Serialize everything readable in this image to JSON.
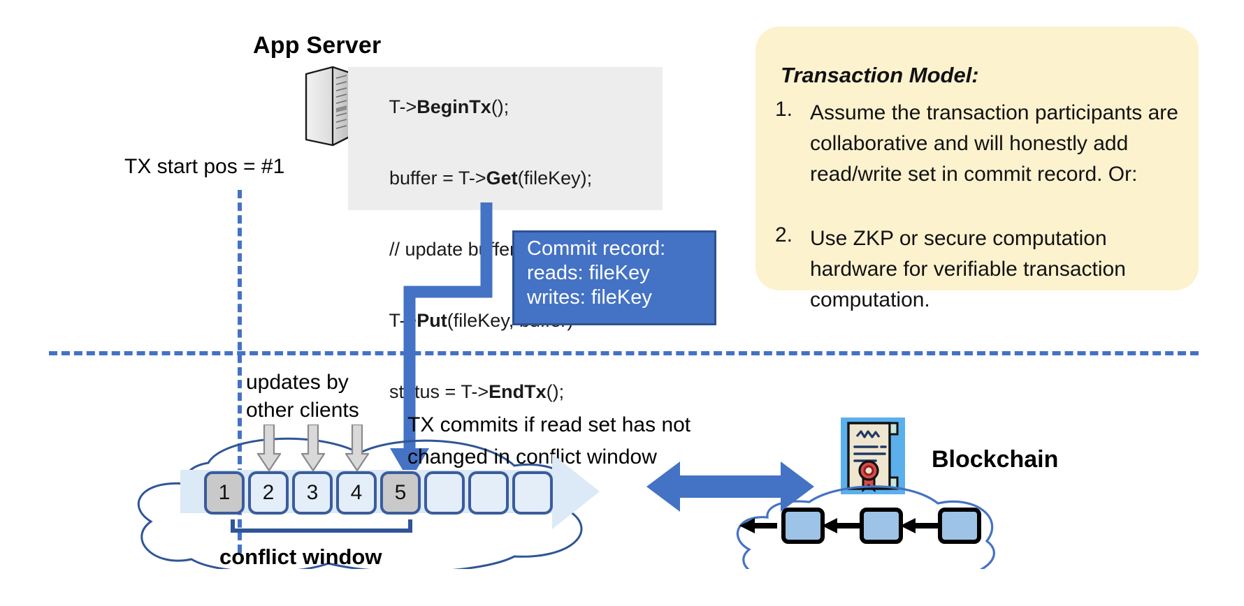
{
  "app_server": {
    "title": "App Server",
    "icon": "server-tower-icon",
    "code_lines": [
      {
        "pre": "T->",
        "bold": "BeginTx",
        "post": "();"
      },
      {
        "pre": "buffer = T->",
        "bold": "Get",
        "post": "(fileKey);"
      },
      {
        "pre": "// update buffer;",
        "bold": "",
        "post": ""
      },
      {
        "pre": "T->",
        "bold": "Put",
        "post": "(fileKey, buffer)"
      },
      {
        "pre": "status = T->",
        "bold": "EndTx",
        "post": "();"
      }
    ]
  },
  "tx_start": {
    "label": "TX start pos = #1"
  },
  "commit_record": {
    "lines": [
      "Commit record:",
      "reads: fileKey",
      "writes: fileKey"
    ],
    "bg": "#4472c4",
    "border": "#2f528f"
  },
  "note": {
    "title": "Transaction Model:",
    "bg": "#fdf2ce",
    "items": [
      {
        "num": "1.",
        "text": "Assume the transaction participants are collaborative and will honestly add read/write set in commit record.  Or:"
      },
      {
        "num": "2.",
        "text": "Use ZKP or secure computation hardware for verifiable transaction computation."
      }
    ]
  },
  "log": {
    "updates_label": "updates by\nother clients",
    "tx_commits_label": "TX commits if read set has not\nchanged in conflict window",
    "conflict_window_label": "conflict window",
    "boxes": [
      {
        "label": "1",
        "shaded": true
      },
      {
        "label": "2",
        "shaded": false
      },
      {
        "label": "3",
        "shaded": false
      },
      {
        "label": "4",
        "shaded": false
      },
      {
        "label": "5",
        "shaded": true
      },
      {
        "label": "",
        "shaded": false
      },
      {
        "label": "",
        "shaded": false
      },
      {
        "label": "",
        "shaded": false
      }
    ],
    "update_arrow_targets": [
      1,
      2,
      3
    ],
    "commit_arrow_target": 4
  },
  "blockchain": {
    "label": "Blockchain",
    "cert_icon": "certificate-seal-icon",
    "sync_arrow_icon": "double-headed-arrow-icon",
    "block_count": 3,
    "block_fill": "#9dc3e6"
  },
  "colors": {
    "accent_blue": "#4472c4",
    "dash_blue": "#4472c4",
    "cloud_stroke": "#4472c4",
    "note_yellow": "#fdf2ce",
    "code_bg": "#ededed",
    "strip_blue": "#dce9f7",
    "shaded_gray": "#c9c9c9"
  }
}
